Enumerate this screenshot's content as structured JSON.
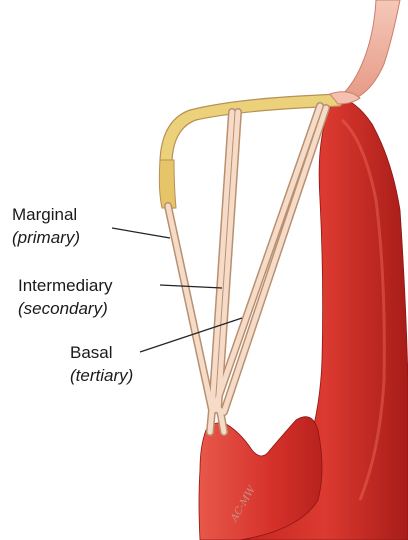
{
  "labels": {
    "marginal": {
      "name": "Marginal",
      "sub": "(primary)"
    },
    "intermediary": {
      "name": "Intermediary",
      "sub": "(secondary)"
    },
    "basal": {
      "name": "Basal",
      "sub": "(tertiary)"
    }
  },
  "signature": "AC-MW",
  "colors": {
    "muscle": "#d8322b",
    "muscle_dark": "#a81c18",
    "chordae": "#f6dcc8",
    "chordae_edge": "#b89070",
    "leaflet_yellow": "#ead17a",
    "leaflet_pink": "#f4c0b0",
    "label_text": "#1a1a1a",
    "leader_line": "#222222"
  }
}
